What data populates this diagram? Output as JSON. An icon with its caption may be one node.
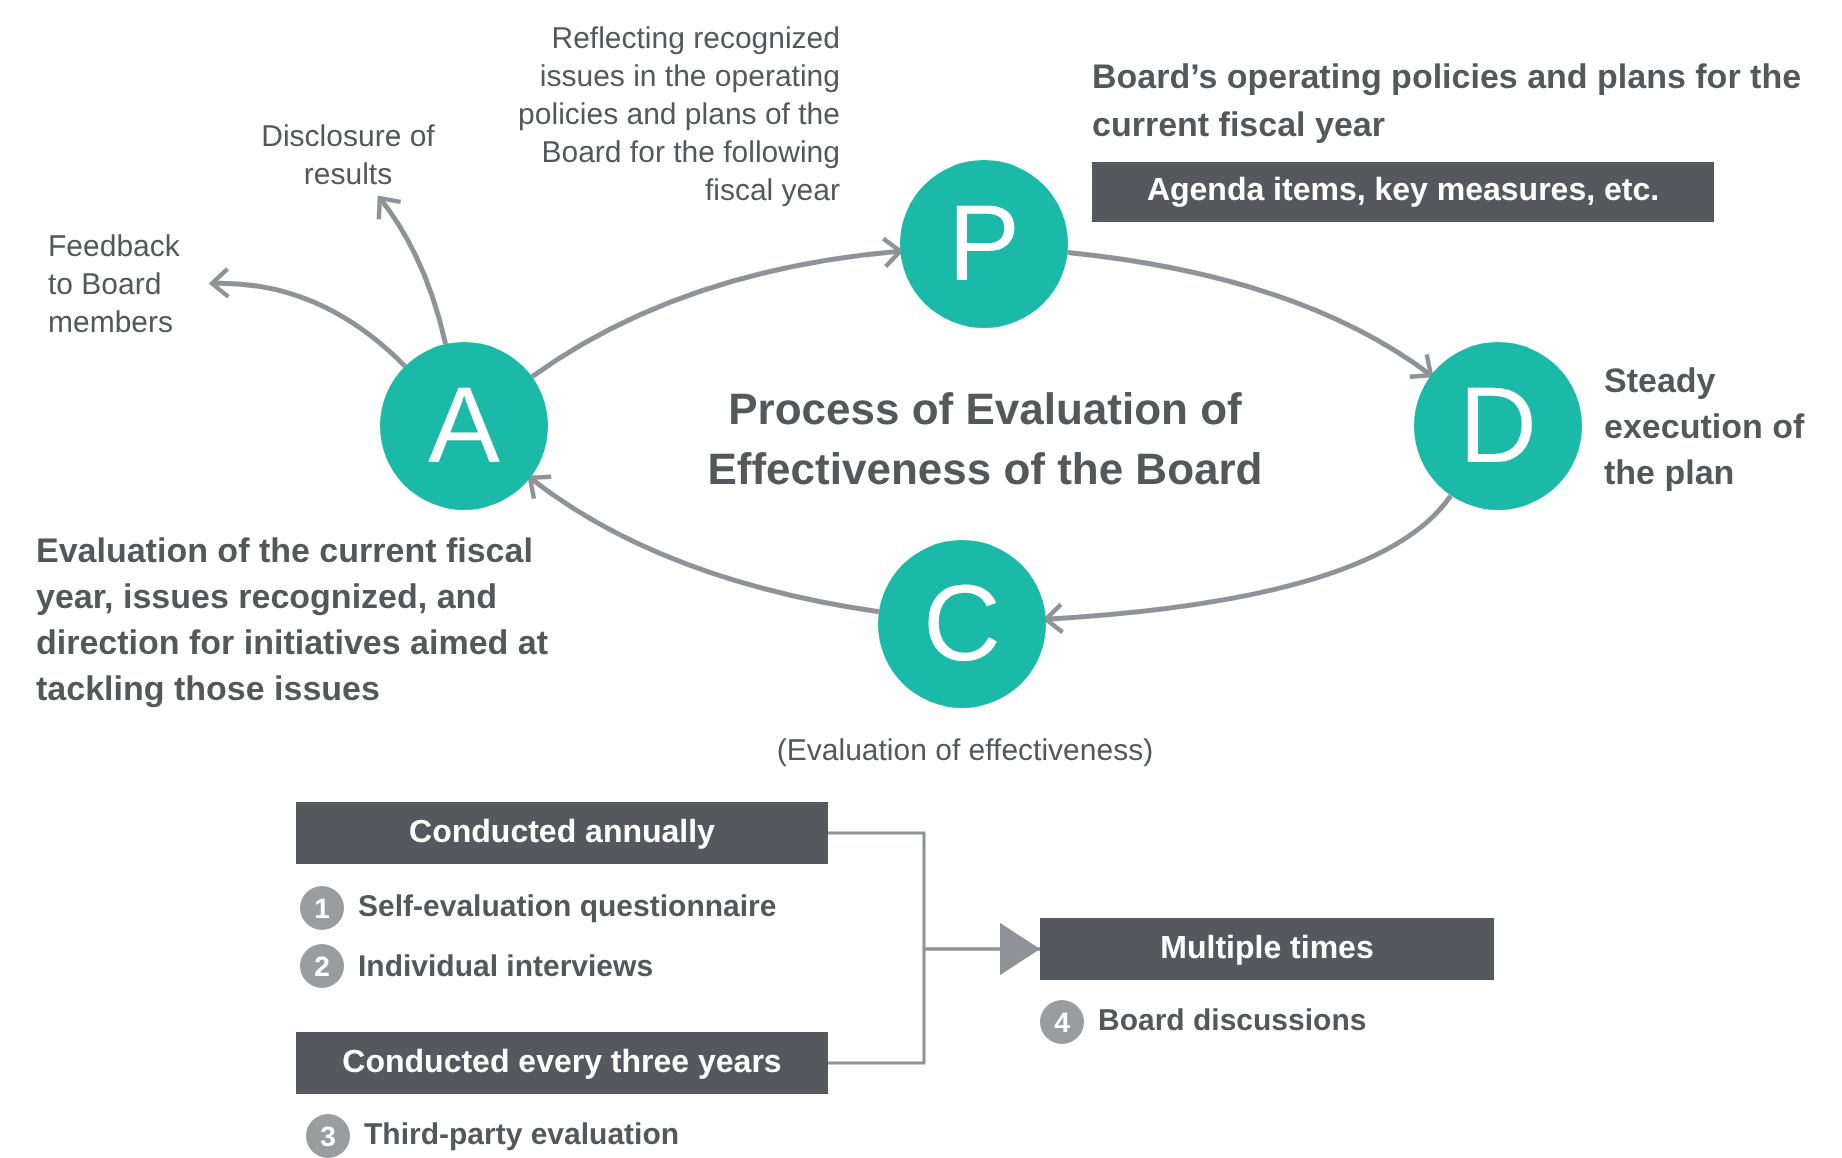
{
  "diagram": {
    "title": "Process of Evaluation of Effectiveness of the Board",
    "nodes": [
      {
        "text": [
          "P"
        ],
        "beside": [
          "Board’s operating policies and plans for the current fiscal year"
        ]
      },
      {
        "text": [
          "Agenda items, key measures, etc."
        ]
      },
      {
        "text": [
          "D"
        ],
        "beside": [
          "Steady execution of the plan"
        ]
      },
      {
        "text": [
          "C"
        ],
        "beside": [
          "(Evaluation of effectiveness)"
        ]
      },
      {
        "text": [
          "A"
        ],
        "beside": [
          "Evaluation of the current fiscal year, issues recognized, and direction for initiatives aimed at tackling those issues"
        ]
      },
      {
        "text": [
          "Feedback to Board members"
        ]
      },
      {
        "text": [
          "Disclosure of results"
        ]
      },
      {
        "text": [
          "Conducted annually"
        ]
      },
      {
        "text": [
          "Conducted every three years"
        ]
      },
      {
        "text": [
          "Multiple times"
        ]
      }
    ],
    "edges": [
      {
        "from": 4,
        "to": 0,
        "arrow": "to",
        "label": "Reflecting recognized issues in the operating policies and plans of the Board for the following fiscal year"
      },
      {
        "from": 0,
        "to": 2,
        "arrow": "to"
      },
      {
        "from": 2,
        "to": 3,
        "arrow": "to"
      },
      {
        "from": 3,
        "to": 4,
        "arrow": "to"
      },
      {
        "from": 4,
        "to": 5,
        "arrow": "to"
      },
      {
        "from": 4,
        "to": 6,
        "arrow": "to"
      },
      {
        "from": 7,
        "to": 9,
        "arrow": "to"
      },
      {
        "from": 8,
        "to": 9,
        "arrow": "to"
      }
    ],
    "labels": [
      "1",
      "Self-evaluation questionnaire",
      "2",
      "Individual interviews",
      "3",
      "Third-party evaluation",
      "4",
      "Board discussions"
    ]
  }
}
